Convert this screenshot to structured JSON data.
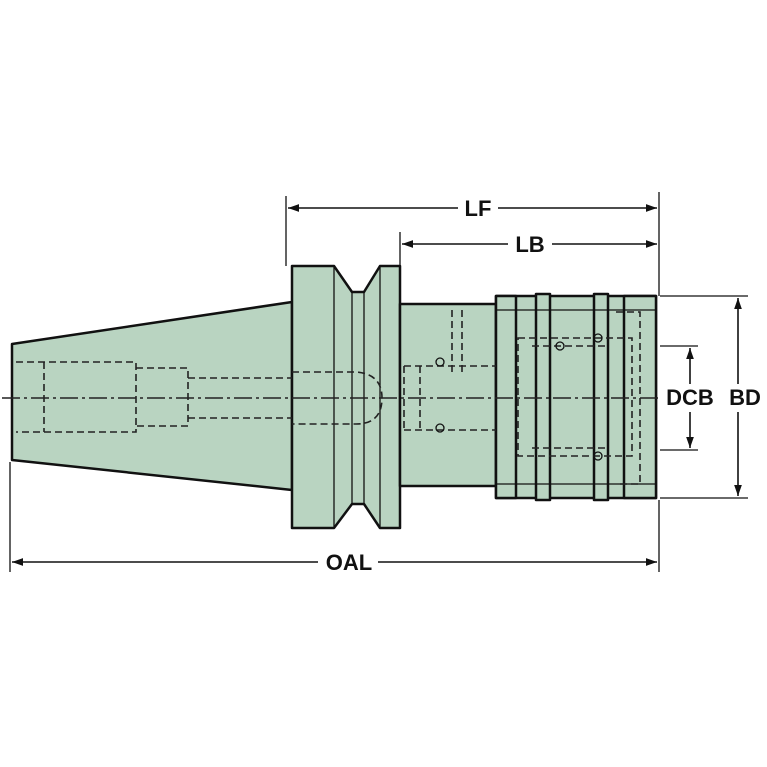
{
  "dimensions": {
    "lf": "LF",
    "lb": "LB",
    "oal": "OAL",
    "dcb": "DCB",
    "bd": "BD"
  },
  "colors": {
    "body": "#b9d4c1",
    "outline": "#111111"
  }
}
